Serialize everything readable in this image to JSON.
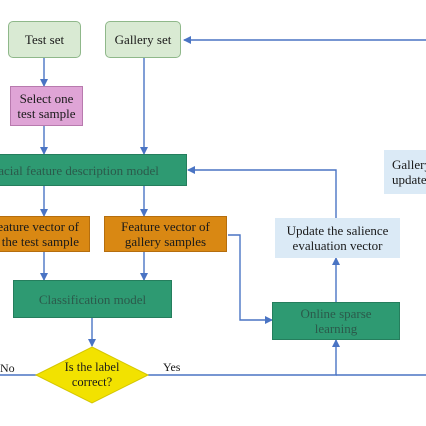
{
  "nodes": {
    "test_set": "Test set",
    "gallery_set": "Gallery set",
    "select_sample": "Select one\ntest sample",
    "facial_model": "Facial feature description model",
    "feature_test": "Feature vector of\nthe test sample",
    "feature_gallery": "Feature vector of\ngallery samples",
    "classification": "Classification model",
    "decision": "Is the label\ncorrect?",
    "update_salience": "Update the salience\nevaluation vector",
    "online_sparse": "Online sparse\nlearning",
    "gallery_update": "Gallery set\nupdate"
  },
  "edge_labels": {
    "no": "No",
    "yes": "Yes"
  },
  "colors": {
    "arrow": "#4a74c4",
    "decision_fill": "#f2e200"
  }
}
